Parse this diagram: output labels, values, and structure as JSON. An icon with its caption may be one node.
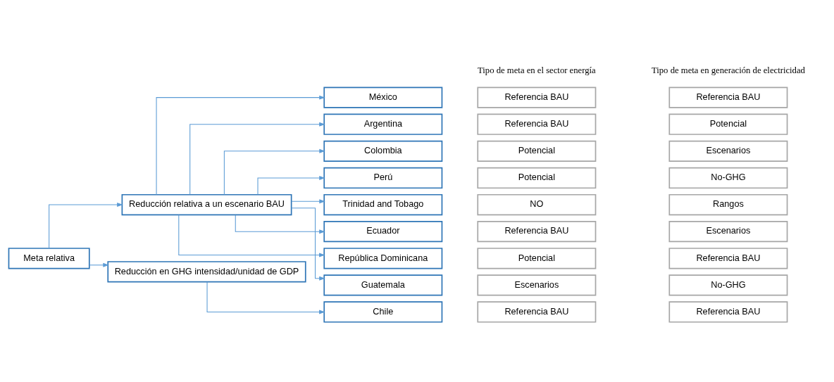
{
  "diagram": {
    "nodes": [
      {
        "text": [
          "Meta relativa"
        ]
      },
      {
        "text": [
          "Reducción relativa a un escenario BAU"
        ]
      },
      {
        "text": [
          "Reducción en GHG intensidad/unidad de GDP"
        ]
      },
      {
        "text": [
          "México"
        ]
      },
      {
        "text": [
          "Argentina"
        ]
      },
      {
        "text": [
          "Colombia"
        ]
      },
      {
        "text": [
          "Perú"
        ]
      },
      {
        "text": [
          "Trinidad and Tobago"
        ]
      },
      {
        "text": [
          "Ecuador"
        ]
      },
      {
        "text": [
          "República Dominicana"
        ]
      },
      {
        "text": [
          "Guatemala"
        ]
      },
      {
        "text": [
          "Chile"
        ]
      },
      {
        "text": [
          "Referencia BAU"
        ]
      },
      {
        "text": [
          "Referencia BAU"
        ]
      },
      {
        "text": [
          "Referencia BAU"
        ]
      },
      {
        "text": [
          "Potencial"
        ]
      },
      {
        "text": [
          "Potencial"
        ]
      },
      {
        "text": [
          "Escenarios"
        ]
      },
      {
        "text": [
          "Potencial"
        ]
      },
      {
        "text": [
          "No-GHG"
        ]
      },
      {
        "text": [
          "NO"
        ]
      },
      {
        "text": [
          "Rangos"
        ]
      },
      {
        "text": [
          "Referencia BAU"
        ]
      },
      {
        "text": [
          "Escenarios"
        ]
      },
      {
        "text": [
          "Potencial"
        ]
      },
      {
        "text": [
          "Referencia BAU"
        ]
      },
      {
        "text": [
          "Escenarios"
        ]
      },
      {
        "text": [
          "No-GHG"
        ]
      },
      {
        "text": [
          "Referencia BAU"
        ]
      },
      {
        "text": [
          "Referencia BAU"
        ]
      }
    ],
    "edges": [
      {
        "from": 0,
        "to": 1,
        "arrow": "to"
      },
      {
        "from": 0,
        "to": 2,
        "arrow": "to"
      },
      {
        "from": 1,
        "to": 3,
        "arrow": "to"
      },
      {
        "from": 1,
        "to": 4,
        "arrow": "to"
      },
      {
        "from": 1,
        "to": 5,
        "arrow": "to"
      },
      {
        "from": 1,
        "to": 6,
        "arrow": "to"
      },
      {
        "from": 1,
        "to": 7,
        "arrow": "to"
      },
      {
        "from": 1,
        "to": 8,
        "arrow": "to"
      },
      {
        "from": 1,
        "to": 9,
        "arrow": "to"
      },
      {
        "from": 1,
        "to": 10,
        "arrow": "to"
      },
      {
        "from": 2,
        "to": 11,
        "arrow": "to"
      }
    ],
    "labels": [
      "Tipo de meta en el sector energía",
      "Tipo de meta en generación de electricidad"
    ]
  }
}
